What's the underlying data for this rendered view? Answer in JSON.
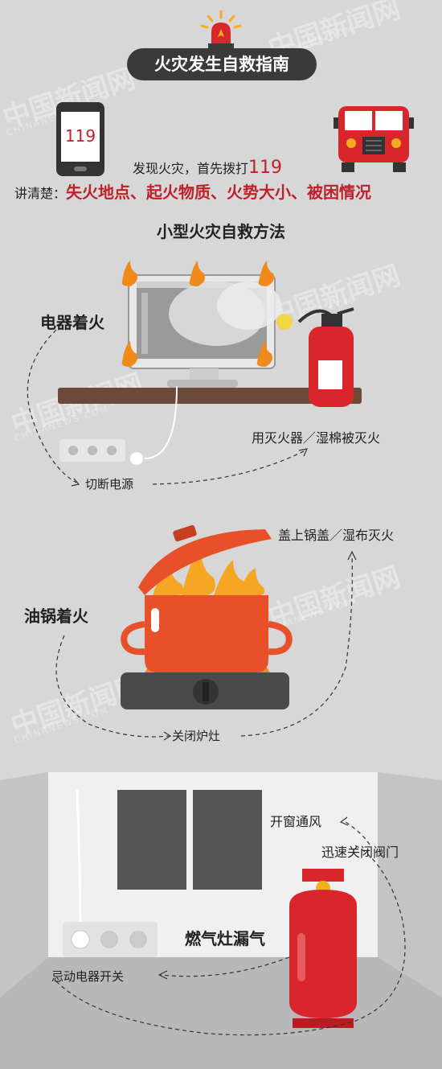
{
  "header": {
    "title": "火灾发生自救指南"
  },
  "call": {
    "phone_number": "119",
    "line1_prefix": "发现火灾，首先拨打",
    "line1_number": "119",
    "line2_prefix": "讲清楚：",
    "line2_items": "失火地点、起火物质、火势大小、被困情况"
  },
  "section_title": "小型火灾自救方法",
  "electric": {
    "label": "电器着火",
    "step1": "切断电源",
    "step2": "用灭火器／湿棉被灭火"
  },
  "pot": {
    "label": "油锅着火",
    "step1": "关闭炉灶",
    "step2": "盖上锅盖／湿布灭火"
  },
  "gas": {
    "label": "燃气灶漏气",
    "step1": "迅速关闭阀门",
    "step2": "开窗通风",
    "step3": "忌动电器开关"
  },
  "watermark": {
    "cn": "中国新闻网",
    "en": "CHINANEWS.COM"
  },
  "colors": {
    "background": "#d7d7d7",
    "title_pill": "#3a3a3a",
    "accent_red": "#c0202a",
    "pot_orange": "#e8502a",
    "table_brown": "#6b4a3a"
  }
}
